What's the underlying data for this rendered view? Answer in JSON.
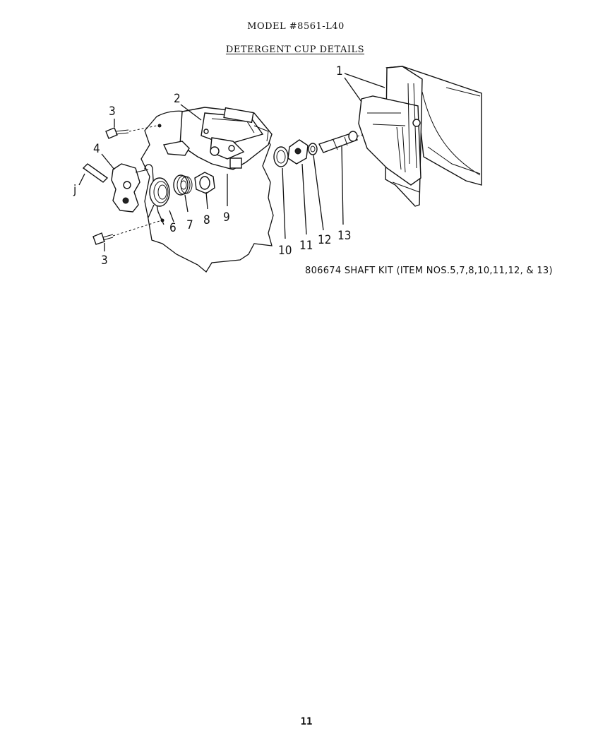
{
  "header": {
    "model": "MODEL #8561-L40",
    "diagram_title": "DETERGENT CUP DETAILS"
  },
  "callouts": {
    "item_1": "1",
    "item_2": "2",
    "item_3a": "3",
    "item_3b": "3",
    "item_4": "4",
    "item_5": "j",
    "item_6": "6",
    "item_7": "7",
    "item_8": "8",
    "item_9": "9",
    "item_10": "10",
    "item_11": "11",
    "item_12": "12",
    "item_13": "13"
  },
  "kit_note": "806674 SHAFT KIT (ITEM NOS.5,7,8,10,11,12, & 13)",
  "footer": {
    "page_number": "11"
  }
}
